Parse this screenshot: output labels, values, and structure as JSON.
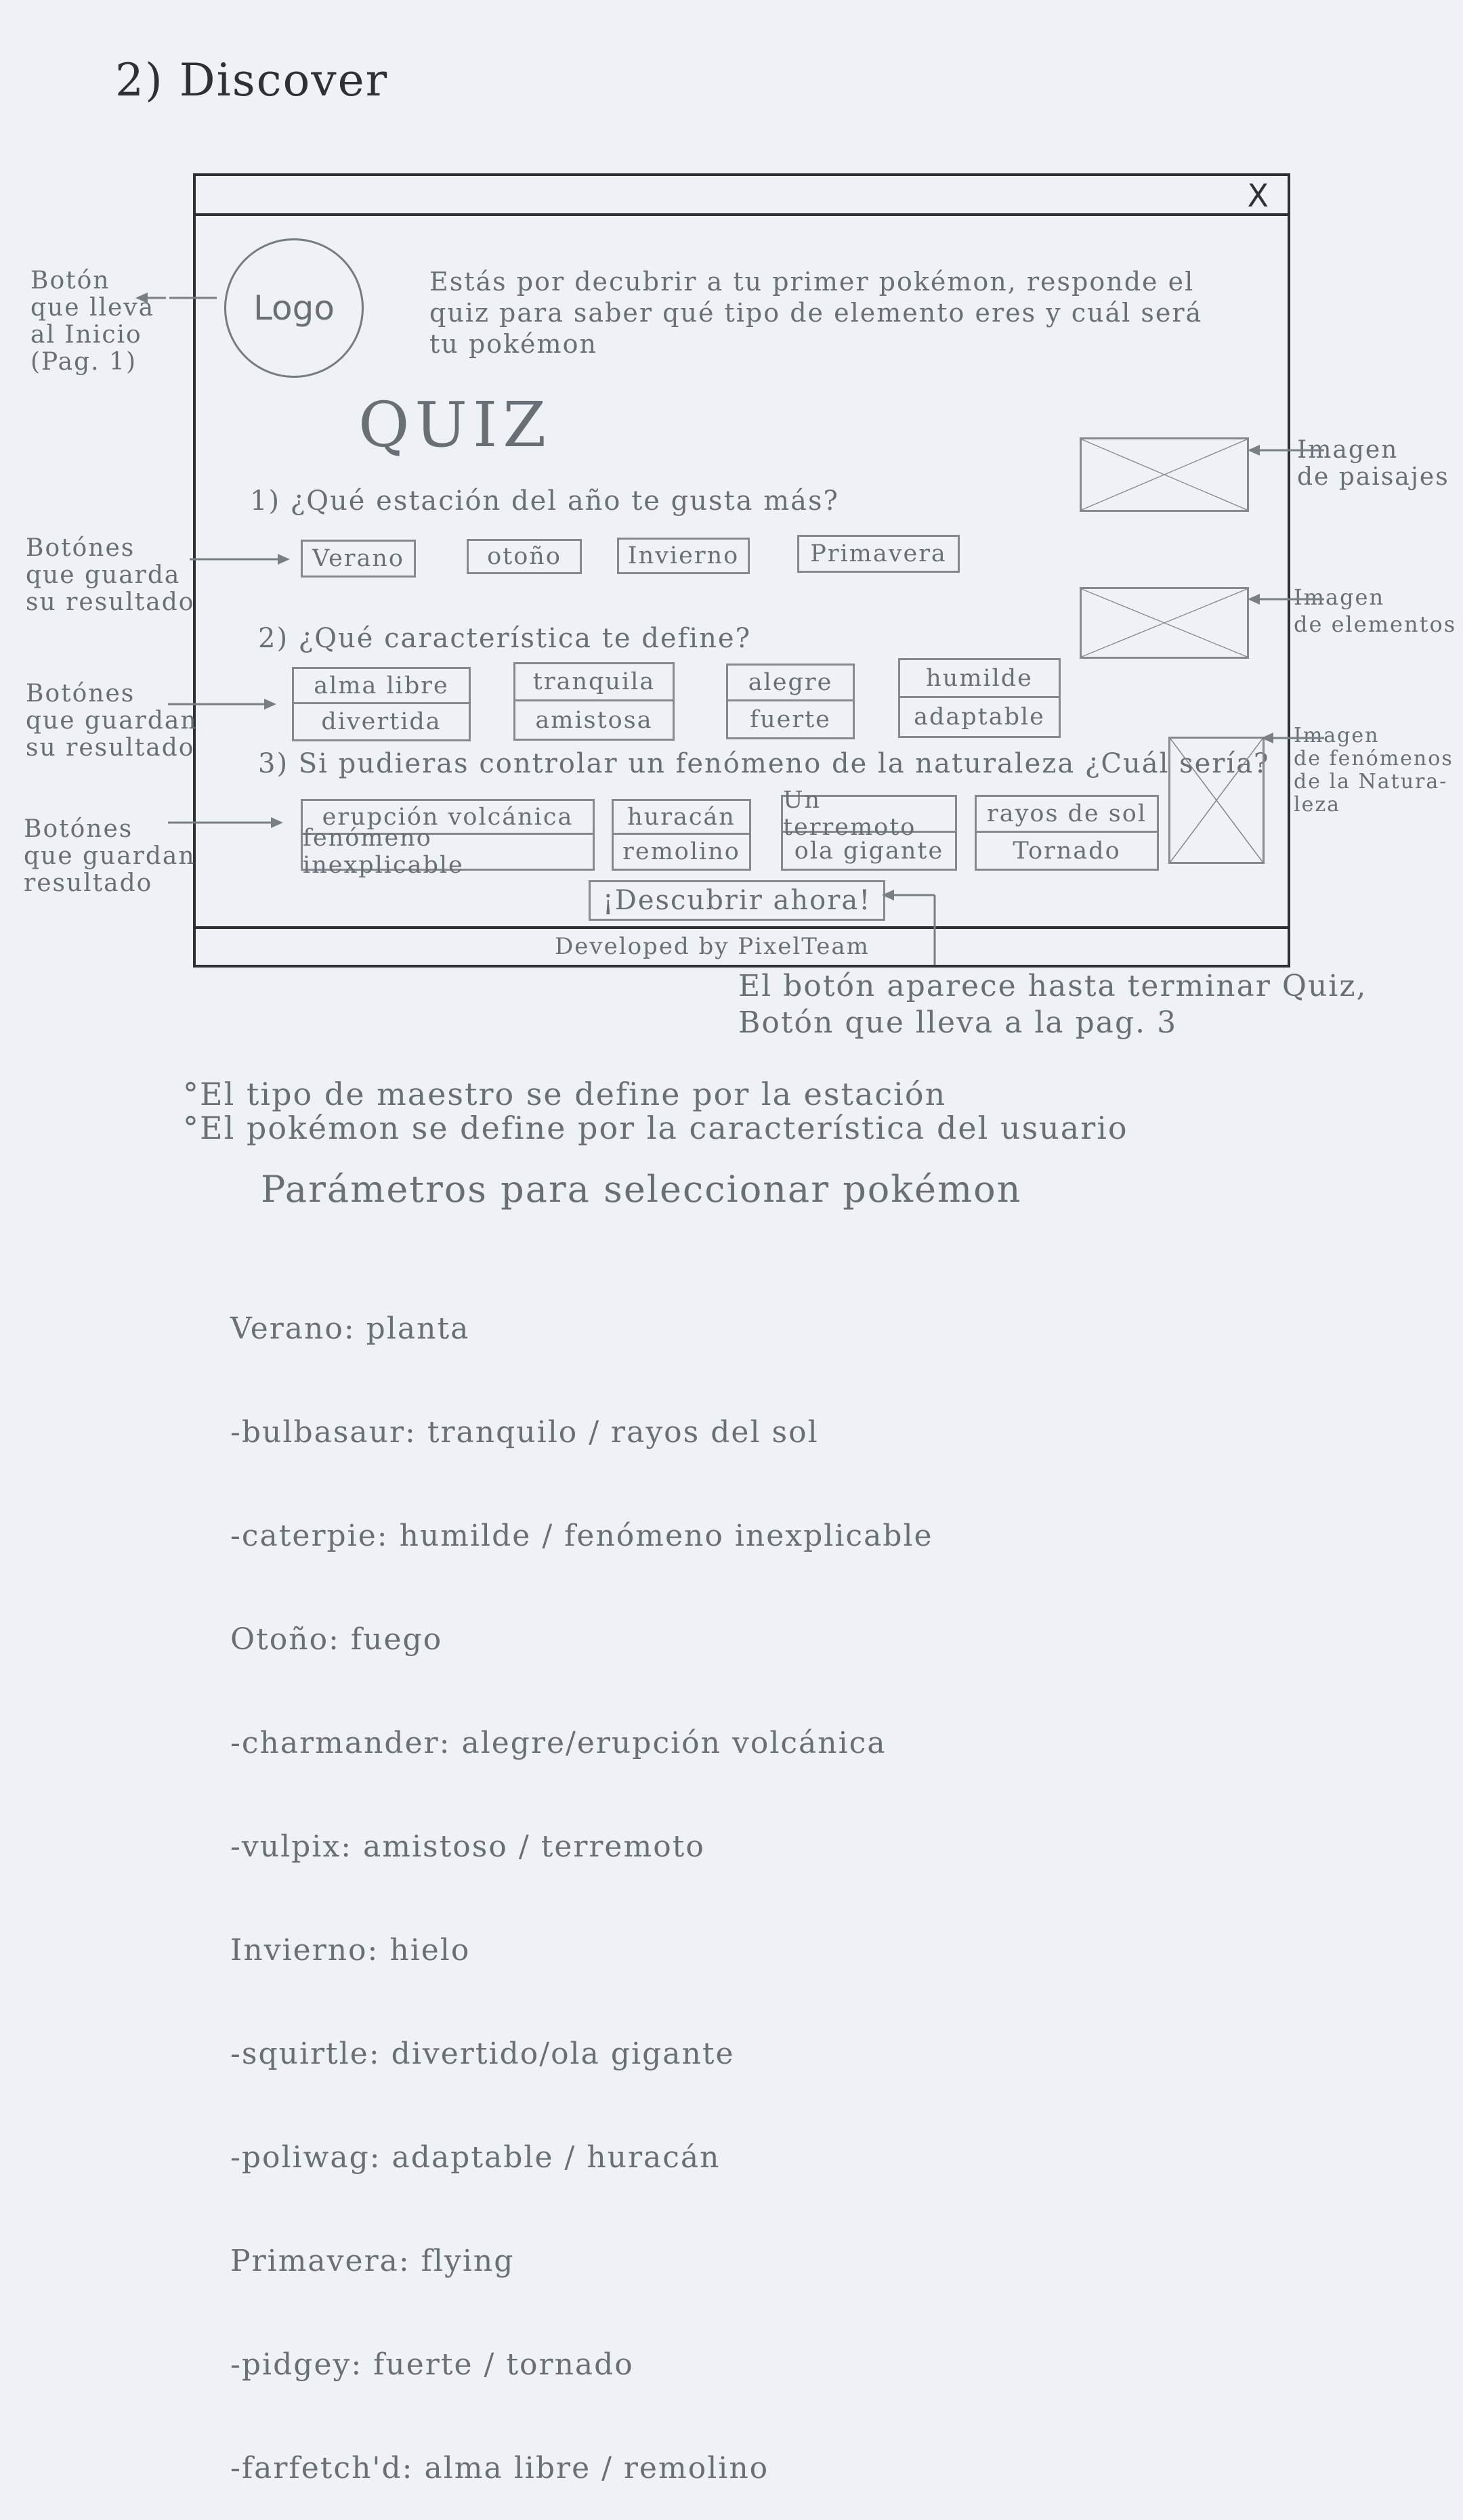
{
  "page": {
    "title": "2) Discover"
  },
  "window": {
    "close_icon": "X",
    "logo_label": "Logo",
    "intro": "Estás por decubrir a tu primer pokémon, responde el quiz para saber qué tipo de elemento eres y cuál será tu pokémon",
    "quiz_title": "QUIZ",
    "q1": {
      "text": "1) ¿Qué estación del año te gusta más?",
      "options": [
        "Verano",
        "otoño",
        "Invierno",
        "Primavera"
      ]
    },
    "q2": {
      "text": "2) ¿Qué característica te define?",
      "pairs": [
        [
          "alma libre",
          "divertida"
        ],
        [
          "tranquila",
          "amistosa"
        ],
        [
          "alegre",
          "fuerte"
        ],
        [
          "humilde",
          "adaptable"
        ]
      ]
    },
    "q3": {
      "text": "3) Si pudieras controlar un fenómeno de la naturaleza ¿Cuál sería?",
      "pairs": [
        [
          "erupción volcánica",
          "fenómeno inexplicable"
        ],
        [
          "huracán",
          "remolino"
        ],
        [
          "Un terremoto",
          "ola gigante"
        ],
        [
          "rayos de sol",
          "Tornado"
        ]
      ]
    },
    "cta": "¡Descubrir ahora!",
    "footer": "Developed by PixelTeam"
  },
  "annotations": {
    "logo_button": "Botón\nque lleva\nal Inicio\n(Pag. 1)",
    "q1_buttons": "Botónes\nque guarda\nsu resultado",
    "q2_buttons": "Botónes\nque guardan\nsu resultado",
    "q3_buttons": "Botónes\nque guardan\nresultado",
    "img_paisajes": "Imagen\nde paisajes",
    "img_elementos": "Imagen\nde elementos",
    "img_fenomenos": "Imagen\nde fenómenos\nde la Natura-\nleza",
    "cta_note": "El botón aparece hasta terminar Quiz,\nBotón que lleva a la pag. 3"
  },
  "notes": {
    "bullets": [
      "°El tipo de maestro se define por la estación",
      "°El pokémon se define por la característica del usuario"
    ],
    "params_title": "Parámetros para seleccionar pokémon",
    "params": [
      "Verano: planta",
      "-bulbasaur: tranquilo / rayos del sol",
      "-caterpie: humilde / fenómeno inexplicable",
      "Otoño: fuego",
      "-charmander: alegre/erupción volcánica",
      "-vulpix: amistoso / terremoto",
      "Invierno: hielo",
      "-squirtle: divertido/ola gigante",
      "-poliwag: adaptable / huracán",
      "Primavera: flying",
      "-pidgey: fuerte / tornado",
      "-farfetch'd: alma libre / remolino"
    ]
  }
}
